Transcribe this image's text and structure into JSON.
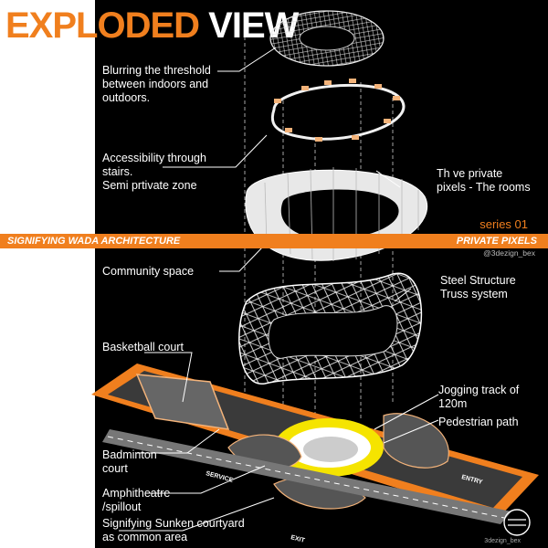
{
  "title": {
    "part1": "EXPLODED",
    "part2": "VIEW"
  },
  "band": {
    "left": "SIGNIFYING WADA ARCHITECTURE",
    "right": "PRIVATE PIXELS"
  },
  "series": "series 01",
  "handle": "@3dezign_bex",
  "logo": {
    "icon": "circle-logo-icon",
    "caption": "3dezign_bex"
  },
  "labels": {
    "threshold": "Blurring the threshold\nbetween indoors and\noutdoors.",
    "stairs": "Accessibility through\nstairs.\nSemi prtivate zone",
    "rooms": "Th ve private\npixels - The rooms",
    "community": "Community space",
    "steel": "Steel Structure\nTruss system",
    "basketball": "Basketball court",
    "jogging": "Jogging track of\n120m",
    "pedestrian": "Pedestrian path",
    "badminton": "Badminton\ncourt",
    "amphitheatre": "Amphitheatre\n/spillout",
    "sunken": "Signifying Sunken courtyard\nas common area"
  },
  "road_labels": {
    "service": "SERVICE",
    "entry": "ENTRY",
    "exit": "EXIT"
  },
  "social_icons": [
    "post-icon",
    "comment-icon",
    "share-icon",
    "bookmark-icon"
  ],
  "colors": {
    "accent": "#f07f1e",
    "background": "#000000",
    "panel": "#ffffff",
    "yellow": "#f5e400"
  }
}
